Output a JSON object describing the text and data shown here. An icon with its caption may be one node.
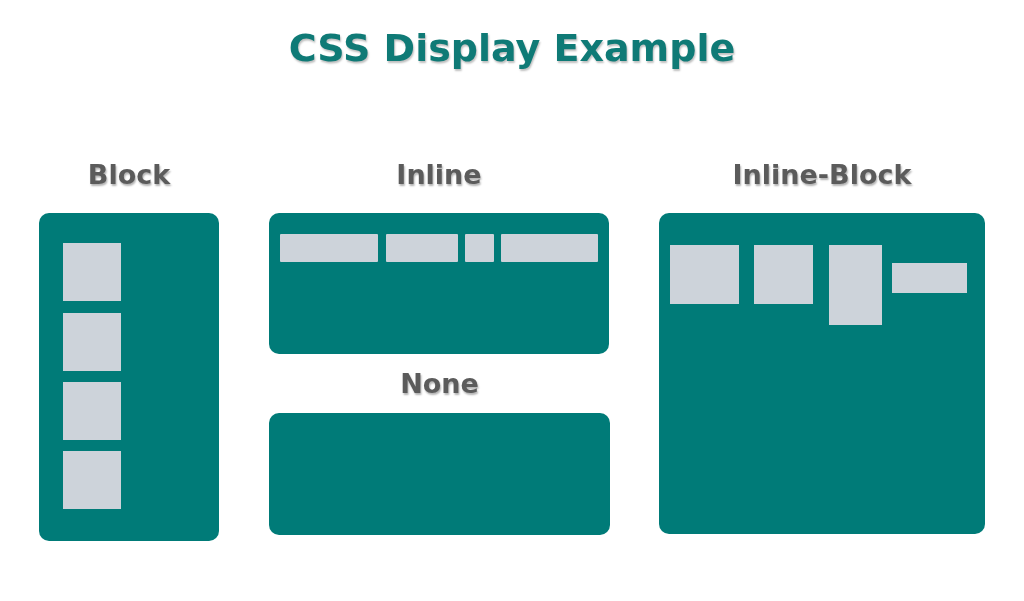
{
  "diagram": {
    "title": "CSS Display Example",
    "nodes": [
      {
        "text": [
          "Block"
        ]
      },
      {
        "text": [],
        "shape": "box",
        "in": 0
      },
      {
        "text": [],
        "shape": "box",
        "in": 0
      },
      {
        "text": [],
        "shape": "box",
        "in": 0
      },
      {
        "text": [],
        "shape": "box",
        "in": 0
      },
      {
        "text": [
          "Inline"
        ]
      },
      {
        "text": [],
        "shape": "bar",
        "in": 5
      },
      {
        "text": [],
        "shape": "bar",
        "in": 5
      },
      {
        "text": [],
        "shape": "bar",
        "in": 5
      },
      {
        "text": [],
        "shape": "bar",
        "in": 5
      },
      {
        "text": [
          "None"
        ]
      },
      {
        "text": [
          "Inline-Block"
        ]
      },
      {
        "text": [],
        "shape": "box",
        "in": 11
      },
      {
        "text": [],
        "shape": "box",
        "in": 11
      },
      {
        "text": [],
        "shape": "box",
        "in": 11
      },
      {
        "text": [],
        "shape": "box",
        "in": 11
      }
    ]
  }
}
